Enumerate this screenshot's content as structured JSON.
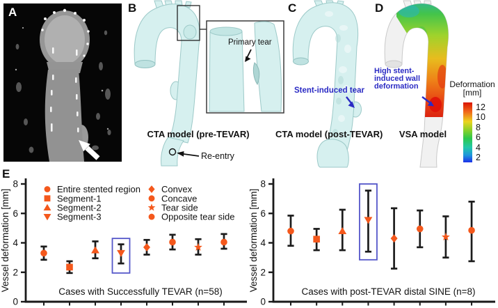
{
  "panels": {
    "a": {
      "label": "A"
    },
    "b": {
      "label": "B",
      "caption": "CTA model (pre-TEVAR)",
      "primary_tear": "Primary tear",
      "re_entry": "Re-entry"
    },
    "c": {
      "label": "C",
      "caption": "CTA model (post-TEVAR)",
      "stent_tear": "Stent-induced tear"
    },
    "d": {
      "label": "D",
      "caption": "VSA model",
      "annotation_lines": [
        "High stent-",
        "induced wall",
        "deformation"
      ],
      "colorbar": {
        "title": "Deformation",
        "unit": "[mm]",
        "ticks": [
          "12",
          "10",
          "8",
          "6",
          "4",
          "2"
        ]
      }
    },
    "e": {
      "label": "E"
    }
  },
  "colors": {
    "marker": "#F4581C",
    "annotation_blue": "#2B2BC4",
    "highlight_box": "#5456C9",
    "model_fill": "#D6F0EF",
    "error_bar": "#1C1C1C"
  },
  "chart_data": [
    {
      "type": "scatter",
      "title": "Cases with Successfully TEVAR (n=58)",
      "ylabel": "Vessel deformation [mm]",
      "ylim": [
        0,
        8
      ],
      "yticks": [
        0,
        2,
        4,
        6,
        8
      ],
      "grid": false,
      "categories": [
        "Entire stented region",
        "Segment-1",
        "Segment-2",
        "Segment-3",
        "Convex",
        "Concave",
        "Tear side",
        "Opposite tear side"
      ],
      "markers": [
        "circle",
        "square",
        "triangle-up",
        "triangle-down",
        "diamond",
        "circle",
        "star",
        "circle"
      ],
      "means": [
        3.3,
        2.35,
        3.5,
        3.3,
        3.7,
        4.05,
        3.7,
        4.05
      ],
      "err_low": [
        2.85,
        1.95,
        2.95,
        2.6,
        3.2,
        3.55,
        3.2,
        3.6
      ],
      "err_high": [
        3.75,
        2.75,
        4.1,
        3.9,
        4.2,
        4.55,
        4.25,
        4.6
      ],
      "highlight_index": 3,
      "highlight_y_range": [
        1.95,
        4.3
      ],
      "legend": {
        "position": "upper-left-inside",
        "columns": 2,
        "entries": [
          {
            "marker": "circle",
            "label": "Entire stented region"
          },
          {
            "marker": "square",
            "label": "Segment-1"
          },
          {
            "marker": "triangle-up",
            "label": "Segment-2"
          },
          {
            "marker": "triangle-down",
            "label": "Segment-3"
          },
          {
            "marker": "diamond",
            "label": "Convex"
          },
          {
            "marker": "circle",
            "label": "Concave"
          },
          {
            "marker": "star",
            "label": "Tear side"
          },
          {
            "marker": "circle",
            "label": "Opposite tear side"
          }
        ]
      }
    },
    {
      "type": "scatter",
      "title": "Cases with post-TEVAR distal SINE (n=8)",
      "ylabel": "Vessel deformation [mm]",
      "ylim": [
        0,
        8
      ],
      "yticks": [
        0,
        2,
        4,
        6,
        8
      ],
      "grid": false,
      "categories": [
        "Entire stented region",
        "Segment-1",
        "Segment-2",
        "Segment-3",
        "Convex",
        "Concave",
        "Tear side",
        "Opposite tear side"
      ],
      "markers": [
        "circle",
        "square",
        "triangle-up",
        "triangle-down",
        "diamond",
        "circle",
        "star",
        "circle"
      ],
      "means": [
        4.8,
        4.25,
        4.8,
        5.55,
        4.3,
        4.95,
        4.4,
        4.85
      ],
      "err_low": [
        3.8,
        3.5,
        3.5,
        3.4,
        2.25,
        3.7,
        3.0,
        2.75
      ],
      "err_high": [
        5.85,
        4.95,
        6.25,
        7.55,
        6.35,
        6.2,
        5.8,
        6.8
      ],
      "highlight_index": 3,
      "highlight_y_range": [
        2.85,
        8.0
      ]
    }
  ]
}
